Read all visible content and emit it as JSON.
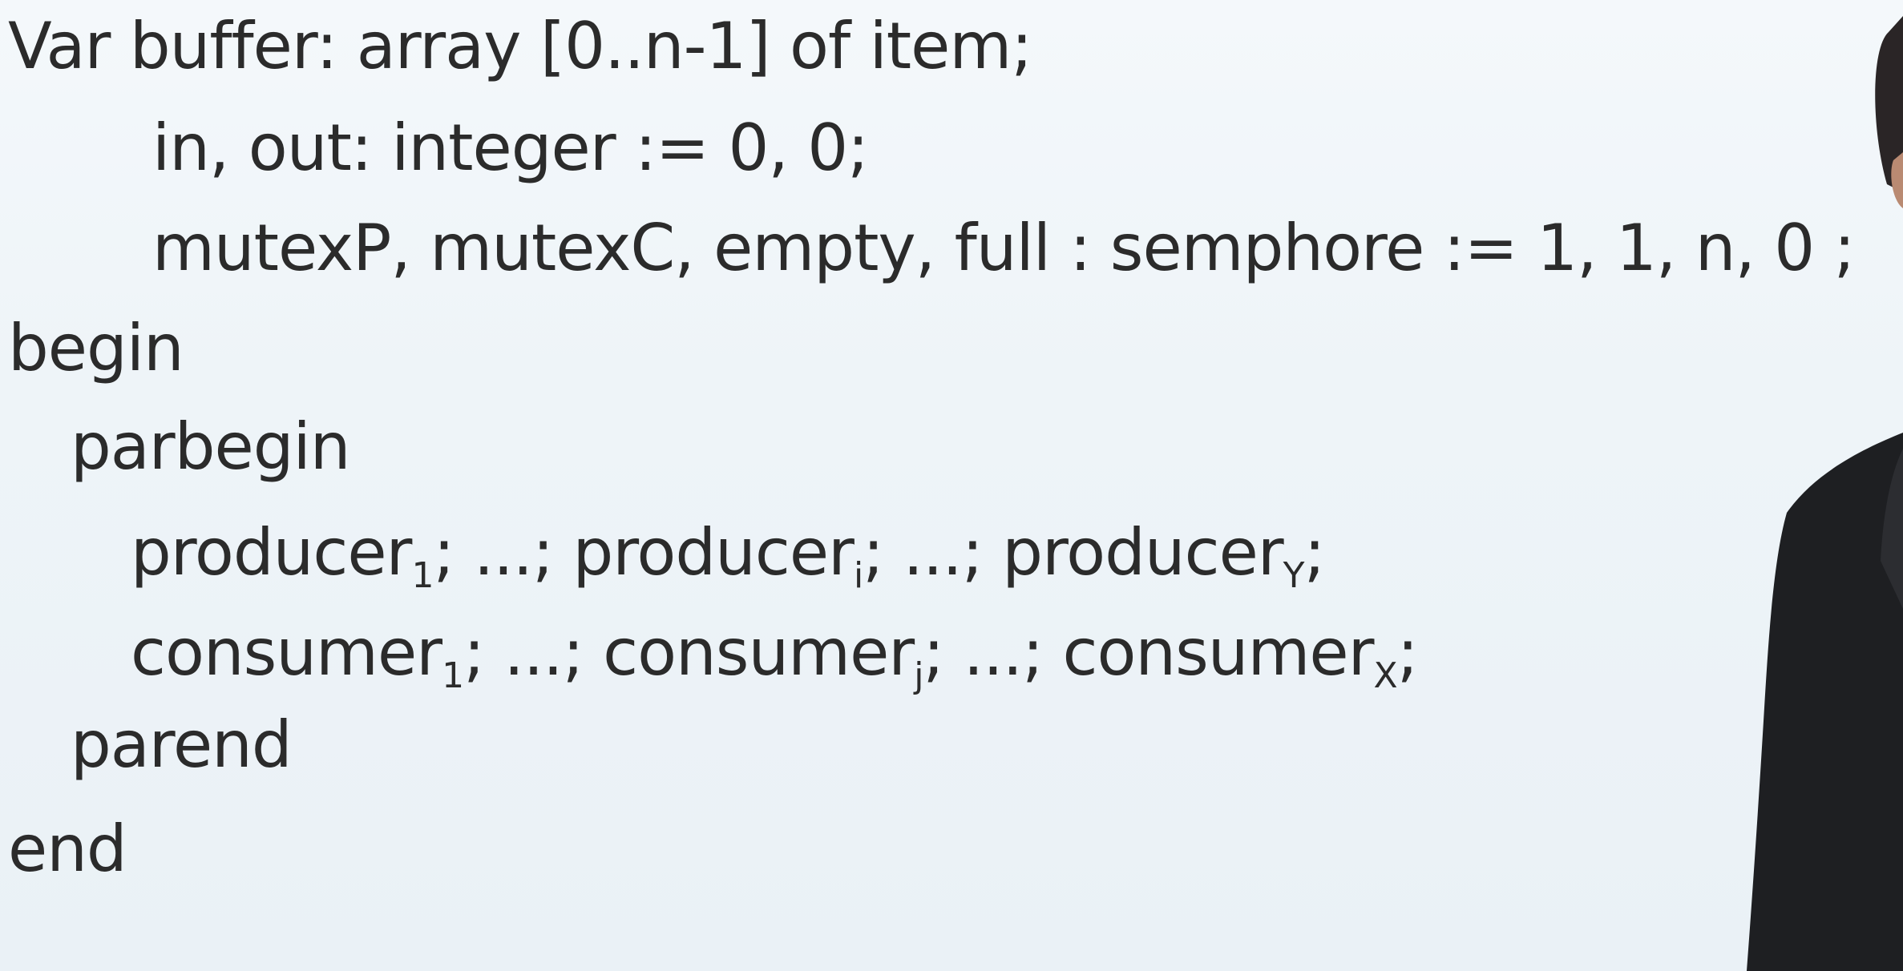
{
  "slide": {
    "lines": [
      "Var buffer: array [0..n-1] of item;",
      "in, out: integer := 0, 0;",
      "mutexP, mutexC, empty, full : semphore := 1, 1, n, 0 ;",
      "begin",
      "parbegin",
      "parend",
      "end"
    ],
    "producers": {
      "word": "producer",
      "sub_1": "1",
      "sub_i": "i",
      "sub_Y": "Y",
      "sep_a": "; ...; ",
      "sep_end": ";"
    },
    "consumers": {
      "word": "consumer",
      "sub_1": "1",
      "sub_j": "j",
      "sub_X": "X",
      "sep_a": "; ...; ",
      "sep_end": ";"
    }
  },
  "colors": {
    "background": "#eef4f8",
    "text": "#2b2b2b",
    "jacket": "#1e1f22",
    "skin": "#b98a72"
  }
}
